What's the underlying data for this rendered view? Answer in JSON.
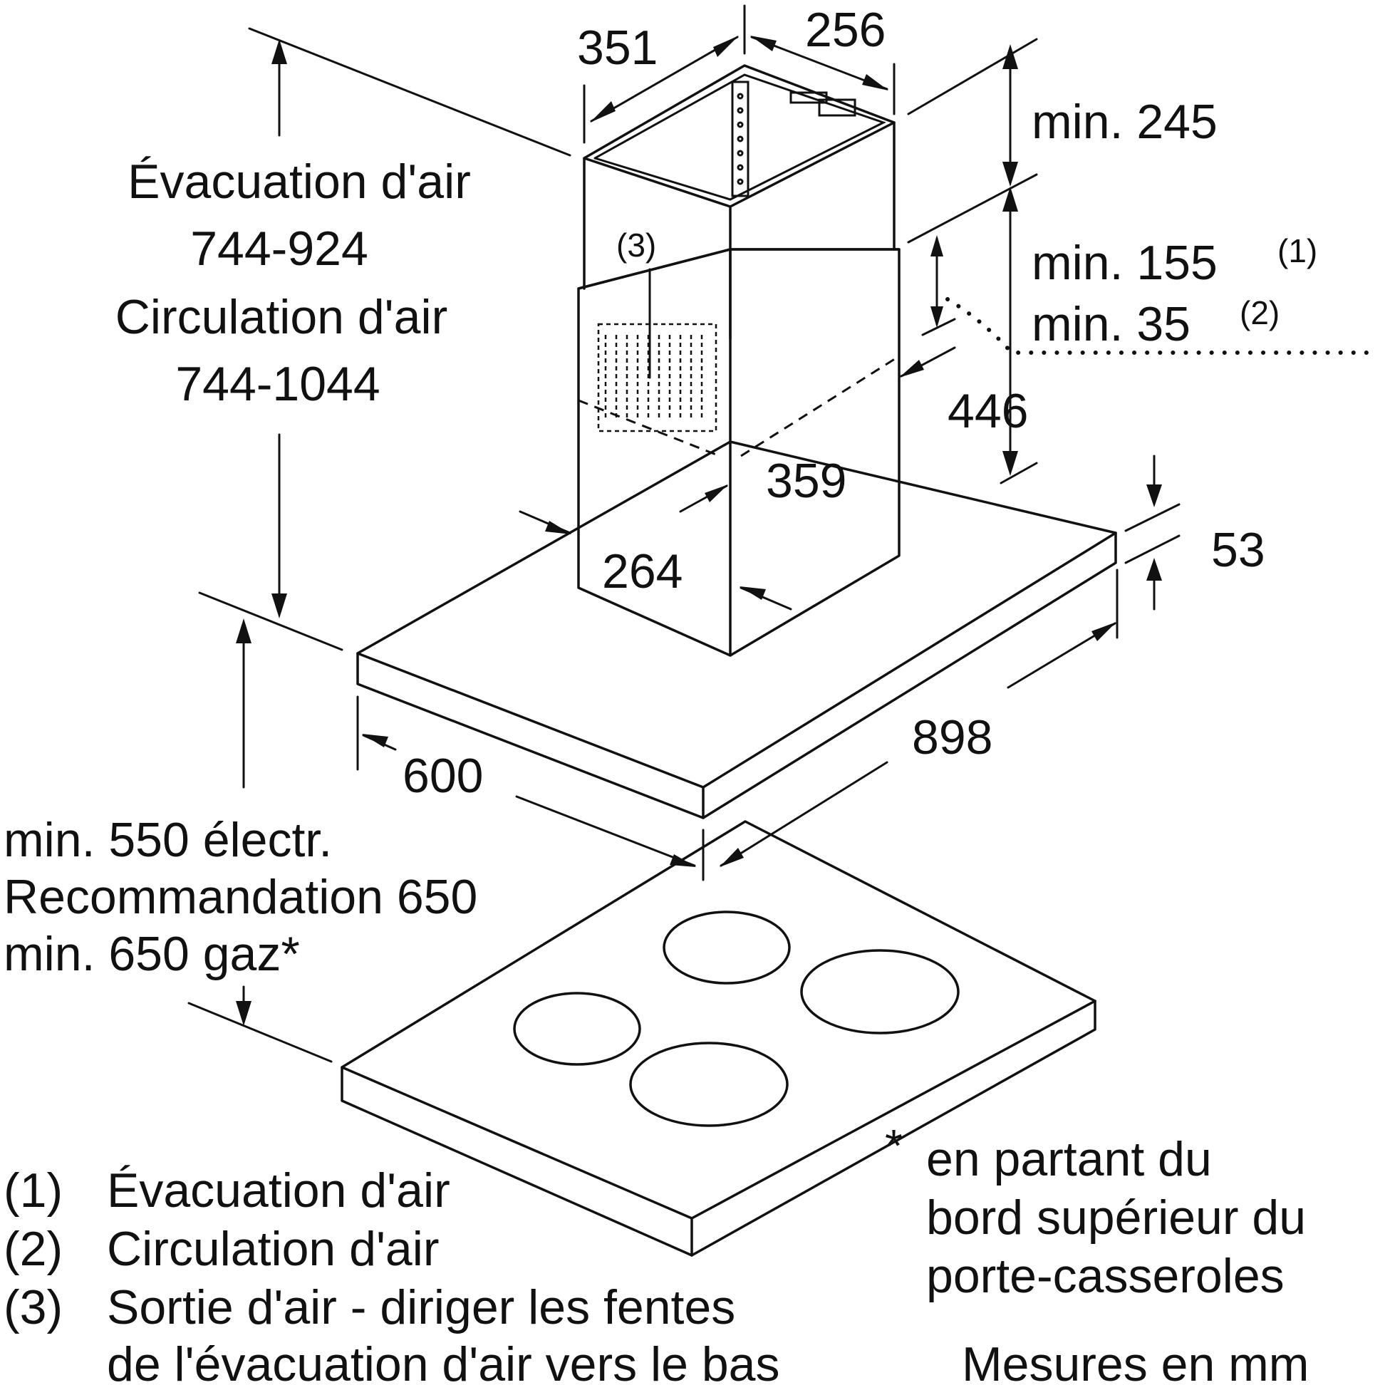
{
  "dimensions": {
    "d351": "351",
    "d256": "256",
    "min245": "min. 245",
    "min155": "min. 155",
    "sup1": "(1)",
    "min35": "min. 35",
    "sup2": "(2)",
    "d446": "446",
    "d359": "359",
    "d53": "53",
    "d264": "264",
    "d898": "898",
    "d600": "600",
    "slot_marker": "(3)"
  },
  "chimney_height": {
    "line1": "Évacuation d'air",
    "line2": "744-924",
    "line3": "Circulation d'air",
    "line4": "744-1044"
  },
  "clearance": {
    "line1": "min. 550 électr.",
    "line2": "Recommandation 650",
    "line3": "min. 650 gaz*"
  },
  "footnote": {
    "star": "*",
    "line1": "en partant du",
    "line2": "bord supérieur du",
    "line3": "porte-casseroles"
  },
  "legend": {
    "n1": "(1)",
    "t1": "Évacuation d'air",
    "n2": "(2)",
    "t2": "Circulation d'air",
    "n3": "(3)",
    "t3a": "Sortie d'air - diriger les fentes",
    "t3b": "de l'évacuation d'air vers le bas"
  },
  "units_note": "Mesures en mm"
}
